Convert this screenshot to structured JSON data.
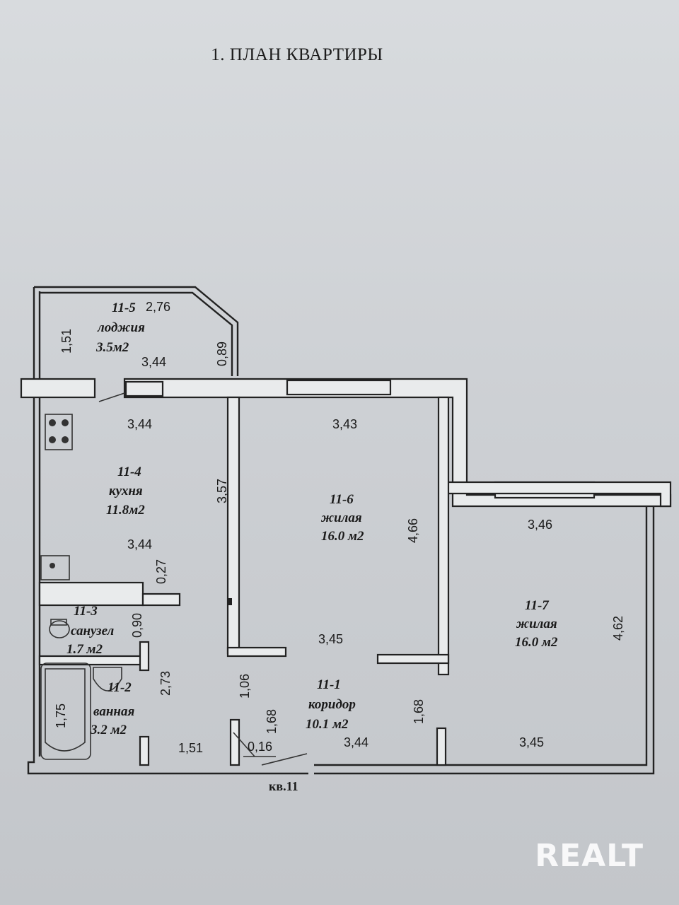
{
  "title": "1. ПЛАН КВАРТИРЫ",
  "apartment_label": "кв.11",
  "watermark": "REALT",
  "rooms": {
    "loggia": {
      "id": "11-5",
      "name": "лоджия",
      "area": "3.5м2"
    },
    "kitchen": {
      "id": "11-4",
      "name": "кухня",
      "area": "11.8м2"
    },
    "wc": {
      "id": "11-3",
      "name": "санузел",
      "area": "1.7 м2"
    },
    "bath": {
      "id": "11-2",
      "name": "ванная",
      "area": "3.2 м2"
    },
    "living6": {
      "id": "11-6",
      "name": "жилая",
      "area": "16.0 м2"
    },
    "living7": {
      "id": "11-7",
      "name": "жилая",
      "area": "16.0 м2"
    },
    "corridor": {
      "id": "11-1",
      "name": "коридор",
      "area": "10.1 м2"
    }
  },
  "dimensions": {
    "loggia_top": "2,76",
    "loggia_side": "1,51",
    "loggia_bottom": "3,44",
    "loggia_bevel": "0,89",
    "kitchen_top": "3,44",
    "kitchen_side": "3,57",
    "kitchen_bottom": "3,44",
    "kitchen_step": "0,27",
    "wc_side": "0,90",
    "bath_side": "2,73",
    "bath_tub": "1,75",
    "bath_bottom": "1,51",
    "room6_top": "3,43",
    "room6_side": "4,66",
    "room6_bottom": "3,45",
    "room7_top": "3,46",
    "room7_side": "4,62",
    "room7_bottom": "3,45",
    "corridor_left": "1,06",
    "corridor_mid": "1,68",
    "corridor_right": "1,68",
    "corridor_bottom": "3,44",
    "corridor_nook": "0,16"
  }
}
